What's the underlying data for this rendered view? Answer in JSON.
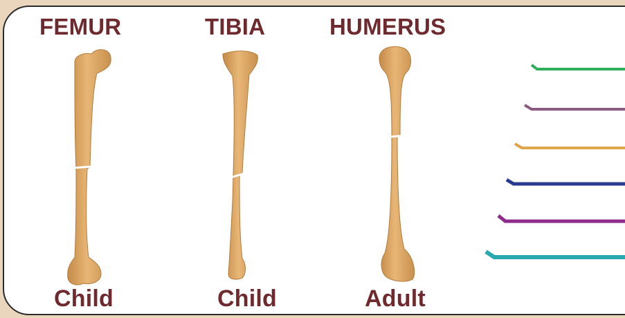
{
  "bones": [
    {
      "name": "FEMUR",
      "age": "Child"
    },
    {
      "name": "TIBIA",
      "age": "Child"
    },
    {
      "name": "HUMERUS",
      "age": "Adult"
    }
  ],
  "colors": {
    "bone": "#e3ad6a",
    "bone_shadow": "#c48a48",
    "label": "#6e2a2e",
    "background": "#e9d6bd",
    "panel_border": "#2a2a2a"
  },
  "nails": [
    {
      "color": "#2fae5c"
    },
    {
      "color": "#8a5a80"
    },
    {
      "color": "#e0a44a"
    },
    {
      "color": "#2a3a8e"
    },
    {
      "color": "#8e2a8a"
    },
    {
      "color": "#2aa8b0"
    }
  ]
}
